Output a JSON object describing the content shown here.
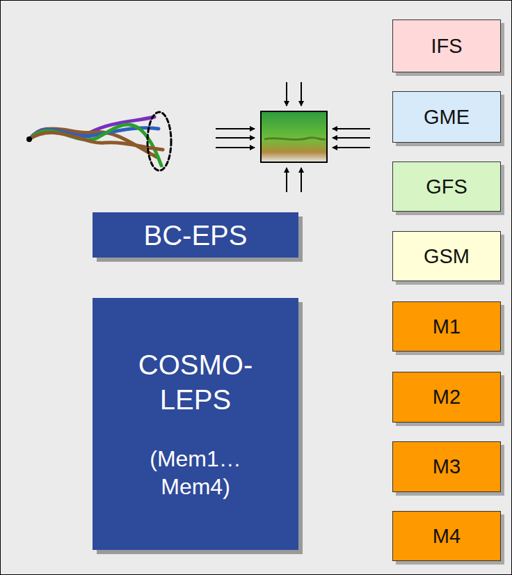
{
  "diagram": {
    "nodes": [
      {
        "text": [
          "BC-EPS"
        ]
      },
      {
        "text": [
          "COSMO- LEPS",
          "(Mem1… Mem4)"
        ]
      },
      {
        "text": [
          "IFS"
        ]
      },
      {
        "text": [
          "GME"
        ]
      },
      {
        "text": [
          "GFS"
        ]
      },
      {
        "text": [
          "GSM"
        ]
      },
      {
        "text": [
          "M1"
        ]
      },
      {
        "text": [
          "M2"
        ]
      },
      {
        "text": [
          "M3"
        ]
      },
      {
        "text": [
          "M4"
        ]
      }
    ]
  }
}
